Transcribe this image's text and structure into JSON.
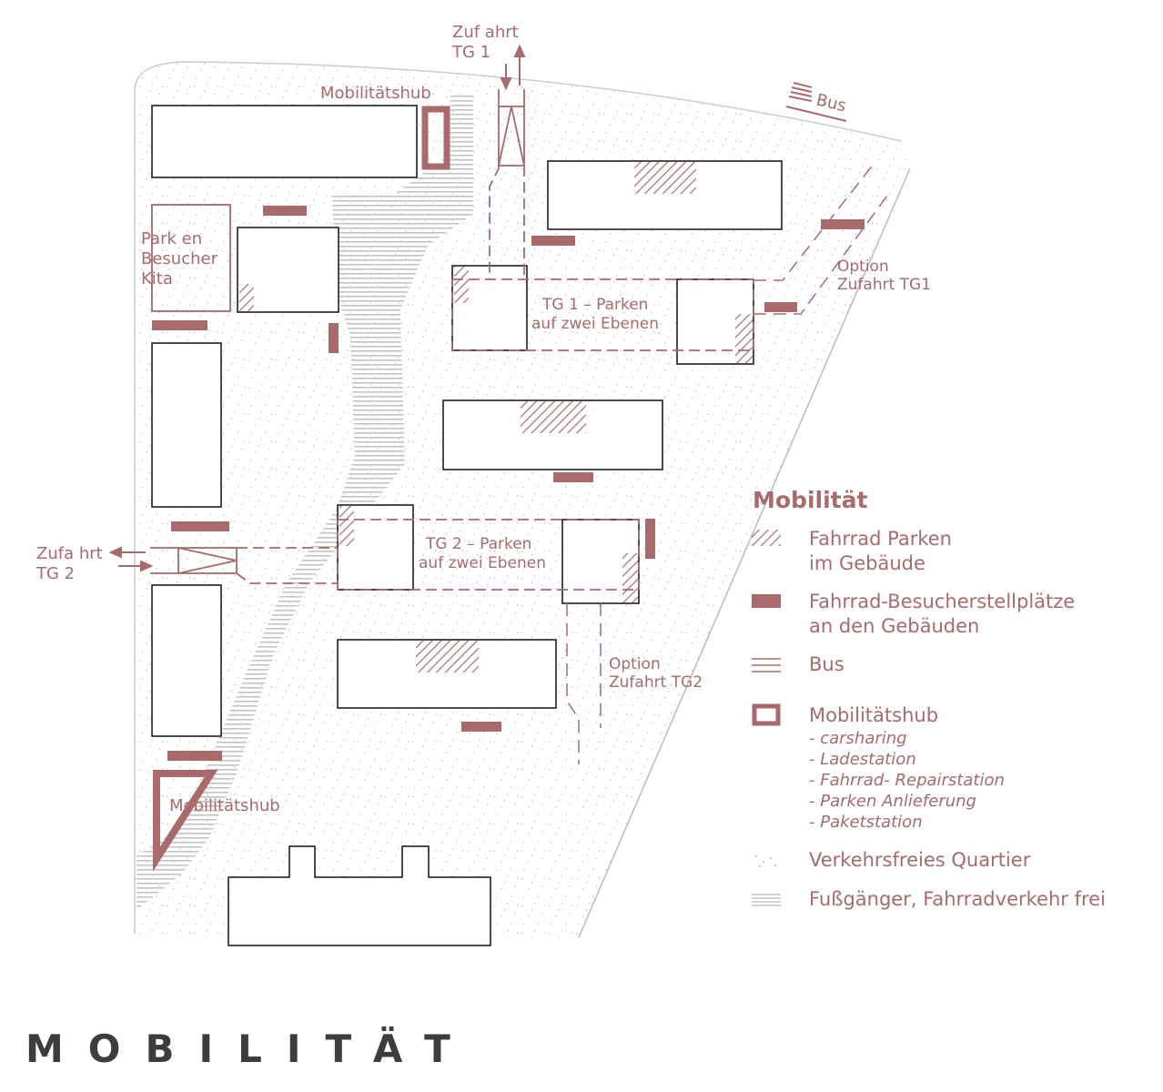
{
  "colors": {
    "accent": "#a86a6a",
    "building": "#111111",
    "dots": "#c8c8c8",
    "stripes": "#c4c4c4",
    "title": "#3d3d3d"
  },
  "labels": {
    "zufahrt_tg1": [
      "Zuf ahrt",
      "TG 1"
    ],
    "zufahrt_tg2": [
      "Zufa hrt",
      "TG 2"
    ],
    "mobilitaetshub_top": "Mobilitätshub",
    "mobilitaetshub_bottom": "Mobilitätshub",
    "bus": "Bus",
    "parken_kita": [
      "Park en",
      "Besucher",
      "Kita"
    ],
    "tg1": [
      "TG 1 – Parken",
      "auf zwei Ebenen"
    ],
    "tg2": [
      "TG 2 – Parken",
      "auf zwei Ebenen"
    ],
    "option_tg1": [
      "Option",
      "Zufahrt TG1"
    ],
    "option_tg2": [
      "Option",
      "Zufahrt TG2"
    ]
  },
  "legend": {
    "title": "Mobilität",
    "bike_parking": [
      "Fahrrad Parken",
      "im Gebäude"
    ],
    "bike_visitor": [
      "Fahrrad-Besucherstellplätze",
      "an den Gebäuden"
    ],
    "bus": "Bus",
    "hub": "Mobilitätshub",
    "hub_items": [
      "- carsharing",
      "- Ladestation",
      "- Fahrrad- Repairstation",
      "- Parken Anlieferung",
      "- Paketstation"
    ],
    "car_free": "Verkehrsfreies Quartier",
    "pedestrian": "Fußgänger, Fahrradverkehr frei"
  },
  "page_title": "MOBILITÄT"
}
